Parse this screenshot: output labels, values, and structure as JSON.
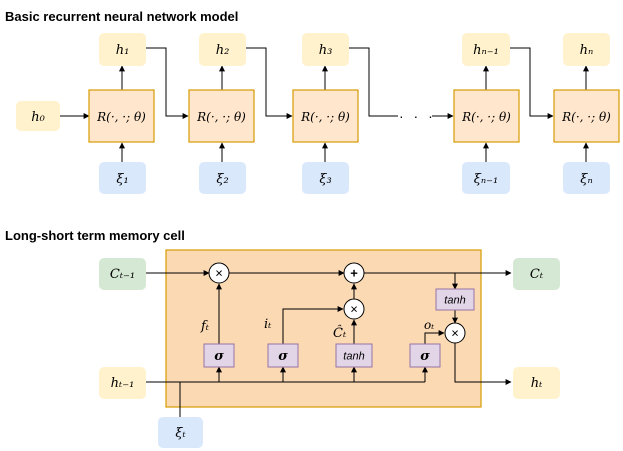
{
  "section_titles": {
    "rnn": "Basic recurrent neural network model",
    "lstm": "Long-short term memory cell"
  },
  "rnn": {
    "initial_state": "h₀",
    "cell_label": "R(·, ·; θ)",
    "ellipsis": "· · ·",
    "outputs": [
      "h₁",
      "h₂",
      "h₃",
      "hₙ₋₁",
      "hₙ"
    ],
    "inputs": [
      "ξ₁",
      "ξ₂",
      "ξ₃",
      "ξₙ₋₁",
      "ξₙ"
    ]
  },
  "lstm": {
    "cell_state_in": "Cₜ₋₁",
    "cell_state_out": "Cₜ",
    "hidden_in": "hₜ₋₁",
    "hidden_out": "hₜ",
    "input": "ξₜ",
    "gate_labels": {
      "forget": "fₜ",
      "input": "iₜ",
      "candidate": "Ĉₜ",
      "output": "oₜ"
    },
    "sigma": "σ",
    "tanh": "tanh",
    "multiply": "×",
    "add": "+"
  },
  "colors": {
    "state_fill": "#fff2cc",
    "input_fill": "#dae8fc",
    "cell_fill": "#ffe6cc",
    "cell_stroke": "#d79b00",
    "lstm_bg": "#fbd9b3",
    "gate_fill": "#e1d5e7",
    "gate_stroke": "#9673a6",
    "cstate_fill": "#d5e8d4"
  }
}
